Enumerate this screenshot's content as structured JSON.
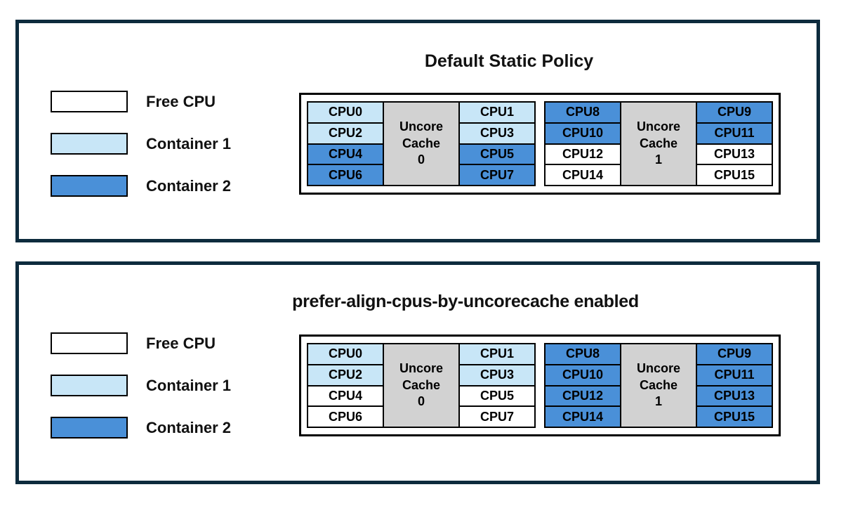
{
  "colors": {
    "free_cpu": "#ffffff",
    "container1": "#c8e6f7",
    "container2": "#4a90d8",
    "uncore_cache_fill": "#d2d2d2",
    "panel_border": "#0d2b3d",
    "line": "#000000",
    "text": "#111111"
  },
  "legend": {
    "items": [
      {
        "label": "Free CPU",
        "color_key": "free_cpu"
      },
      {
        "label": "Container 1",
        "color_key": "container1"
      },
      {
        "label": "Container 2",
        "color_key": "container2"
      }
    ]
  },
  "panels": [
    {
      "title": "Default Static Policy",
      "groups": [
        {
          "cache_lines": [
            "Uncore",
            "Cache",
            "0"
          ],
          "left_cpus": [
            {
              "label": "CPU0",
              "state": "container1"
            },
            {
              "label": "CPU2",
              "state": "container1"
            },
            {
              "label": "CPU4",
              "state": "container2"
            },
            {
              "label": "CPU6",
              "state": "container2"
            }
          ],
          "right_cpus": [
            {
              "label": "CPU1",
              "state": "container1"
            },
            {
              "label": "CPU3",
              "state": "container1"
            },
            {
              "label": "CPU5",
              "state": "container2"
            },
            {
              "label": "CPU7",
              "state": "container2"
            }
          ]
        },
        {
          "cache_lines": [
            "Uncore",
            "Cache",
            "1"
          ],
          "left_cpus": [
            {
              "label": "CPU8",
              "state": "container2"
            },
            {
              "label": "CPU10",
              "state": "container2"
            },
            {
              "label": "CPU12",
              "state": "free_cpu"
            },
            {
              "label": "CPU14",
              "state": "free_cpu"
            }
          ],
          "right_cpus": [
            {
              "label": "CPU9",
              "state": "container2"
            },
            {
              "label": "CPU11",
              "state": "container2"
            },
            {
              "label": "CPU13",
              "state": "free_cpu"
            },
            {
              "label": "CPU15",
              "state": "free_cpu"
            }
          ]
        }
      ]
    },
    {
      "title": "prefer-align-cpus-by-uncorecache enabled",
      "groups": [
        {
          "cache_lines": [
            "Uncore",
            "Cache",
            "0"
          ],
          "left_cpus": [
            {
              "label": "CPU0",
              "state": "container1"
            },
            {
              "label": "CPU2",
              "state": "container1"
            },
            {
              "label": "CPU4",
              "state": "free_cpu"
            },
            {
              "label": "CPU6",
              "state": "free_cpu"
            }
          ],
          "right_cpus": [
            {
              "label": "CPU1",
              "state": "container1"
            },
            {
              "label": "CPU3",
              "state": "container1"
            },
            {
              "label": "CPU5",
              "state": "free_cpu"
            },
            {
              "label": "CPU7",
              "state": "free_cpu"
            }
          ]
        },
        {
          "cache_lines": [
            "Uncore",
            "Cache",
            "1"
          ],
          "left_cpus": [
            {
              "label": "CPU8",
              "state": "container2"
            },
            {
              "label": "CPU10",
              "state": "container2"
            },
            {
              "label": "CPU12",
              "state": "container2"
            },
            {
              "label": "CPU14",
              "state": "container2"
            }
          ],
          "right_cpus": [
            {
              "label": "CPU9",
              "state": "container2"
            },
            {
              "label": "CPU11",
              "state": "container2"
            },
            {
              "label": "CPU13",
              "state": "container2"
            },
            {
              "label": "CPU15",
              "state": "container2"
            }
          ]
        }
      ]
    }
  ]
}
